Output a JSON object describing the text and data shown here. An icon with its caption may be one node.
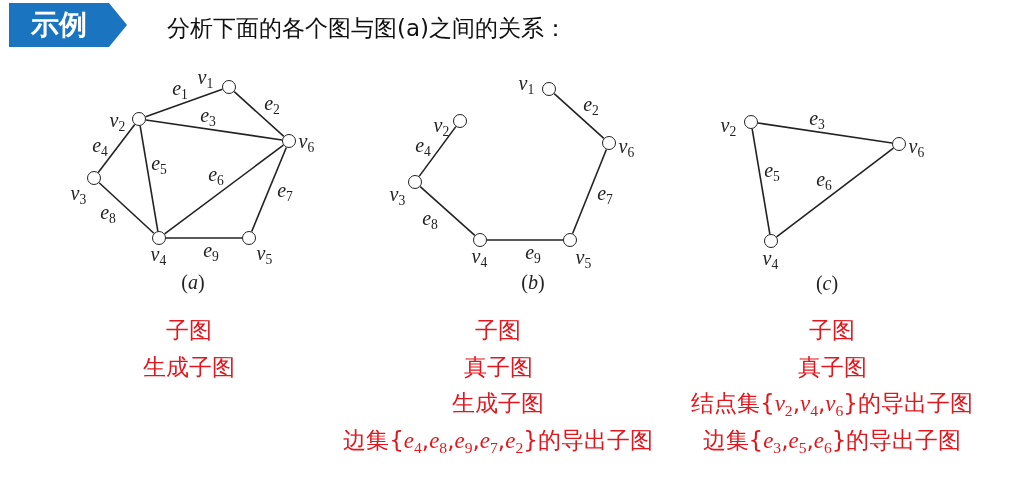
{
  "diagram": {
    "title": "分析下面的各个图与图(a)之间的关系：",
    "nodes": [
      {
        "text": [
          "示例"
        ]
      },
      {
        "text": [],
        "shape": "circle",
        "beside": [
          "*v*$_{1}$"
        ]
      },
      {
        "text": [],
        "shape": "circle",
        "beside": [
          "*v*$_{2}$"
        ]
      },
      {
        "text": [],
        "shape": "circle",
        "beside": [
          "*v*$_{3}$"
        ]
      },
      {
        "text": [],
        "shape": "circle",
        "beside": [
          "*v*$_{4}$"
        ]
      },
      {
        "text": [],
        "shape": "circle",
        "beside": [
          "*v*$_{5}$"
        ]
      },
      {
        "text": [],
        "shape": "circle",
        "beside": [
          "*v*$_{6}$"
        ]
      },
      {
        "text": [],
        "shape": "circle",
        "beside": [
          "*v*$_{1}$"
        ]
      },
      {
        "text": [],
        "shape": "circle",
        "beside": [
          "*v*$_{2}$"
        ]
      },
      {
        "text": [],
        "shape": "circle",
        "beside": [
          "*v*$_{3}$"
        ]
      },
      {
        "text": [],
        "shape": "circle",
        "beside": [
          "*v*$_{4}$"
        ]
      },
      {
        "text": [],
        "shape": "circle",
        "beside": [
          "*v*$_{5}$"
        ]
      },
      {
        "text": [],
        "shape": "circle",
        "beside": [
          "*v*$_{6}$"
        ]
      },
      {
        "text": [],
        "shape": "circle",
        "beside": [
          "*v*$_{2}$"
        ]
      },
      {
        "text": [],
        "shape": "circle",
        "beside": [
          "*v*$_{4}$"
        ]
      },
      {
        "text": [],
        "shape": "circle",
        "beside": [
          "*v*$_{6}$"
        ]
      }
    ],
    "edges": [
      {
        "from": 2,
        "to": 1,
        "arrow": "none",
        "label": "*e*$_{1}$"
      },
      {
        "from": 1,
        "to": 6,
        "arrow": "none",
        "label": "*e*$_{2}$"
      },
      {
        "from": 2,
        "to": 6,
        "arrow": "none",
        "label": "*e*$_{3}$"
      },
      {
        "from": 2,
        "to": 3,
        "arrow": "none",
        "label": "*e*$_{4}$"
      },
      {
        "from": 2,
        "to": 4,
        "arrow": "none",
        "label": "*e*$_{5}$"
      },
      {
        "from": 4,
        "to": 6,
        "arrow": "none",
        "label": "*e*$_{6}$"
      },
      {
        "from": 6,
        "to": 5,
        "arrow": "none",
        "label": "*e*$_{7}$"
      },
      {
        "from": 3,
        "to": 4,
        "arrow": "none",
        "label": "*e*$_{8}$"
      },
      {
        "from": 4,
        "to": 5,
        "arrow": "none",
        "label": "*e*$_{9}$"
      },
      {
        "from": 7,
        "to": 12,
        "arrow": "none",
        "label": "*e*$_{2}$"
      },
      {
        "from": 8,
        "to": 9,
        "arrow": "none",
        "label": "*e*$_{4}$"
      },
      {
        "from": 12,
        "to": 11,
        "arrow": "none",
        "label": "*e*$_{7}$"
      },
      {
        "from": 9,
        "to": 10,
        "arrow": "none",
        "label": "*e*$_{8}$"
      },
      {
        "from": 10,
        "to": 11,
        "arrow": "none",
        "label": "*e*$_{9}$"
      },
      {
        "from": 13,
        "to": 15,
        "arrow": "none",
        "label": "*e*$_{3}$"
      },
      {
        "from": 13,
        "to": 14,
        "arrow": "none",
        "label": "*e*$_{5}$"
      },
      {
        "from": 14,
        "to": 15,
        "arrow": "none",
        "label": "*e*$_{6}$"
      }
    ],
    "labels": [
      "(*a*)",
      "(*b*)",
      "(*c*)",
      "子图",
      "生成子图",
      "子图",
      "真子图",
      "生成子图",
      "边集{*e*$_{4}$,*e*$_{8}$,*e*$_{9}$,*e*$_{7}$,*e*$_{2}$}的导出子图",
      "子图",
      "真子图",
      "结点集{*v*$_{2}$,*v*$_{4}$,*v*$_{6}$}的导出子图",
      "边集{*e*$_{3}$,*e*$_{5}$,*e*$_{6}$}的导出子图"
    ]
  }
}
